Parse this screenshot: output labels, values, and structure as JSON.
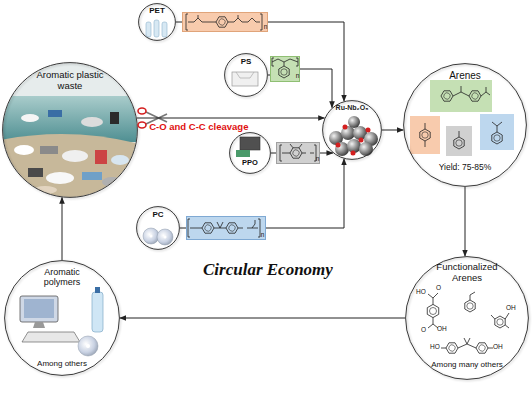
{
  "diagram": {
    "nodes": [
      {
        "text": [
          "Aromatic plastic waste"
        ]
      },
      {
        "text": [
          "PET"
        ]
      },
      {
        "text": [
          "n"
        ]
      },
      {
        "text": [
          "PS"
        ]
      },
      {
        "text": [
          "n"
        ]
      },
      {
        "text": [
          "PPO"
        ]
      },
      {
        "text": [
          "n"
        ]
      },
      {
        "text": [
          "PC"
        ]
      },
      {
        "text": [
          "n"
        ]
      },
      {
        "text": [
          "Ru-Nb₂O₅"
        ]
      },
      {
        "text": [
          "Arenes",
          "Yield: 75-85%"
        ]
      },
      {
        "text": [
          "Functionalized Arenes",
          "Among many others"
        ]
      },
      {
        "text": [
          "Aromatic polymers",
          "Among others"
        ]
      }
    ],
    "edges": [
      {
        "from": 1,
        "to": 2,
        "arrow": "none"
      },
      {
        "from": 3,
        "to": 4,
        "arrow": "none"
      },
      {
        "from": 5,
        "to": 6,
        "arrow": "none"
      },
      {
        "from": 7,
        "to": 8,
        "arrow": "none"
      },
      {
        "from": 2,
        "to": 9,
        "arrow": "to"
      },
      {
        "from": 4,
        "to": 9,
        "arrow": "to"
      },
      {
        "from": 6,
        "to": 9,
        "arrow": "to"
      },
      {
        "from": 8,
        "to": 9,
        "arrow": "to"
      },
      {
        "from": 0,
        "to": 9,
        "label": "C-O and C-C cleavage",
        "arrow": "to"
      },
      {
        "from": 9,
        "to": 10,
        "arrow": "to"
      },
      {
        "from": 10,
        "to": 11,
        "arrow": "to"
      },
      {
        "from": 11,
        "to": 12,
        "arrow": "to"
      },
      {
        "from": 12,
        "to": 0,
        "arrow": "to"
      }
    ],
    "labels": [
      "Circular Economy",
      "O",
      "HO",
      "OH",
      "O",
      "OH",
      "HO",
      "OH"
    ]
  }
}
